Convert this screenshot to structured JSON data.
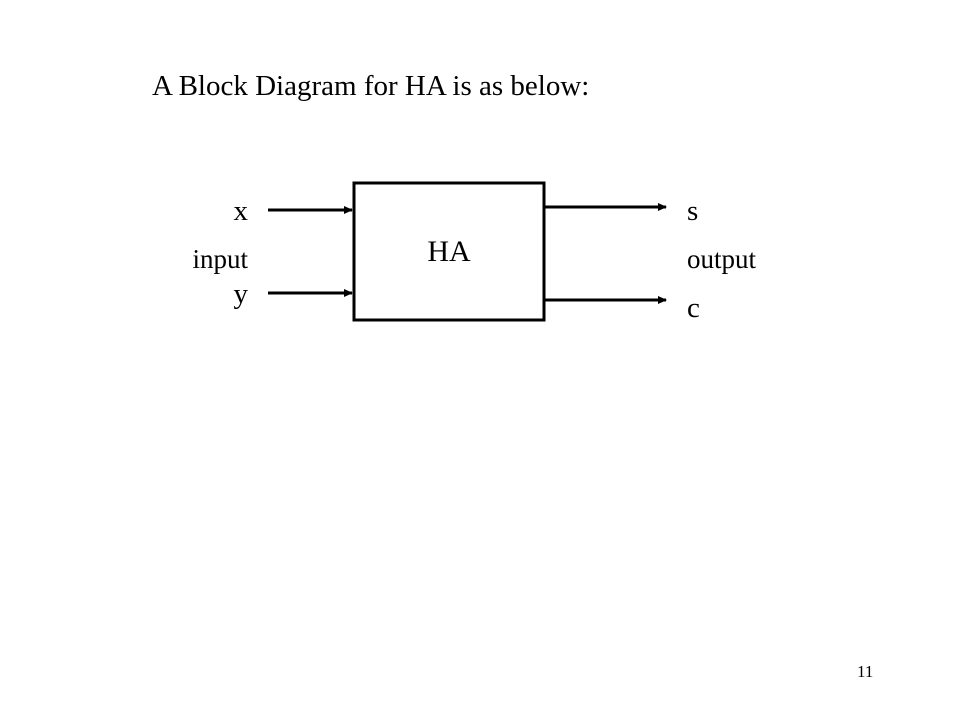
{
  "slide": {
    "title": "A Block Diagram for HA is as below:",
    "page_number": "11"
  },
  "diagram": {
    "block_label": "HA",
    "inputs": {
      "group_label": "input",
      "signals": [
        "x",
        "y"
      ]
    },
    "outputs": {
      "group_label": "output",
      "signals": [
        "s",
        "c"
      ]
    },
    "line_color": "#000000",
    "background_color": "#ffffff"
  }
}
